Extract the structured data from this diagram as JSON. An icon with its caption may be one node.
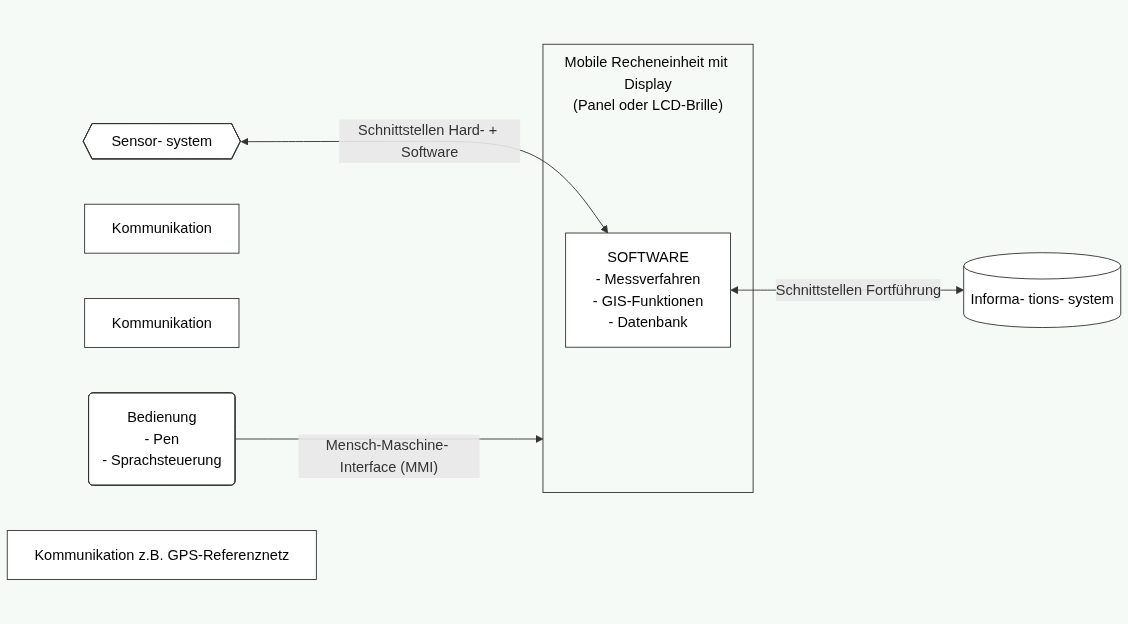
{
  "diagram": {
    "nodes": [
      {
        "text": [
          "Bedienung",
          "- Pen",
          "- Sprachsteuerung"
        ]
      },
      {
        "text": [
          "Mobile Recheneinheit mit Display",
          "(Panel oder LCD-Brille)"
        ]
      },
      {
        "text": [
          "SOFTWARE",
          "- Messverfahren",
          "- GIS-Funktionen",
          "- Datenbank"
        ],
        "in": 1
      },
      {
        "text": [
          "Kommunikation"
        ]
      },
      {
        "text": [
          "Kommunikation"
        ]
      },
      {
        "text": [
          "Sensor- system"
        ]
      },
      {
        "text": [
          "Informa- tions- system"
        ]
      },
      {
        "text": [
          "Kommunikation z.B. GPS-Referenznetz"
        ]
      }
    ],
    "edges": [
      {
        "from": 0,
        "to": 1,
        "arrow": "to",
        "label": "Mensch-Maschine- Interface (MMI)"
      },
      {
        "from": 5,
        "to": 2,
        "arrow": "both",
        "label": "Schnittstellen Hard- + Software"
      },
      {
        "from": 2,
        "to": 6,
        "arrow": "both",
        "label": "Schnittstellen Fortführung"
      }
    ]
  }
}
